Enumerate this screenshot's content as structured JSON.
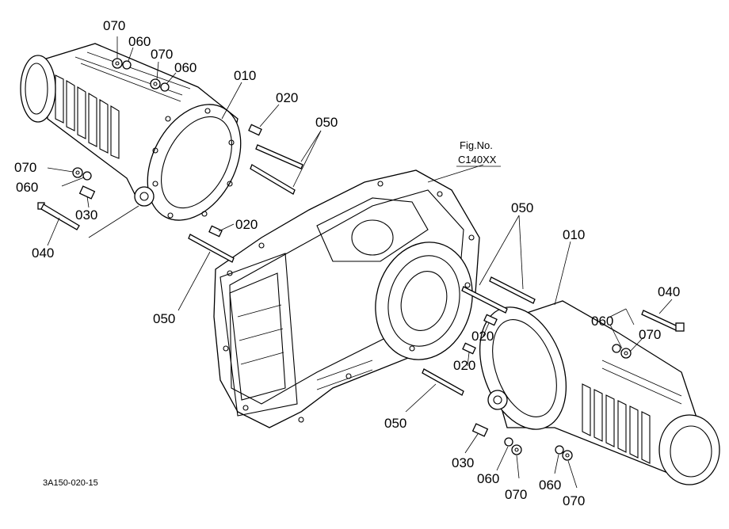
{
  "diagram": {
    "drawing_code": "3A150-020-15",
    "fig_ref": {
      "label": "Fig.No.",
      "code": "C140XX"
    },
    "callouts": [
      {
        "id": "c1",
        "text": "070"
      },
      {
        "id": "c2",
        "text": "060"
      },
      {
        "id": "c3",
        "text": "070"
      },
      {
        "id": "c4",
        "text": "060"
      },
      {
        "id": "c5",
        "text": "010"
      },
      {
        "id": "c6",
        "text": "020"
      },
      {
        "id": "c7",
        "text": "050"
      },
      {
        "id": "c8",
        "text": "070"
      },
      {
        "id": "c9",
        "text": "060"
      },
      {
        "id": "c10",
        "text": "030"
      },
      {
        "id": "c11",
        "text": "040"
      },
      {
        "id": "c12",
        "text": "020"
      },
      {
        "id": "c13",
        "text": "050"
      },
      {
        "id": "c14",
        "text": "050"
      },
      {
        "id": "c15",
        "text": "010"
      },
      {
        "id": "c16",
        "text": "040"
      },
      {
        "id": "c17",
        "text": "060"
      },
      {
        "id": "c18",
        "text": "070"
      },
      {
        "id": "c19",
        "text": "020"
      },
      {
        "id": "c20",
        "text": "020"
      },
      {
        "id": "c21",
        "text": "050"
      },
      {
        "id": "c22",
        "text": "030"
      },
      {
        "id": "c23",
        "text": "060"
      },
      {
        "id": "c24",
        "text": "070"
      },
      {
        "id": "c25",
        "text": "060"
      },
      {
        "id": "c26",
        "text": "070"
      }
    ]
  }
}
